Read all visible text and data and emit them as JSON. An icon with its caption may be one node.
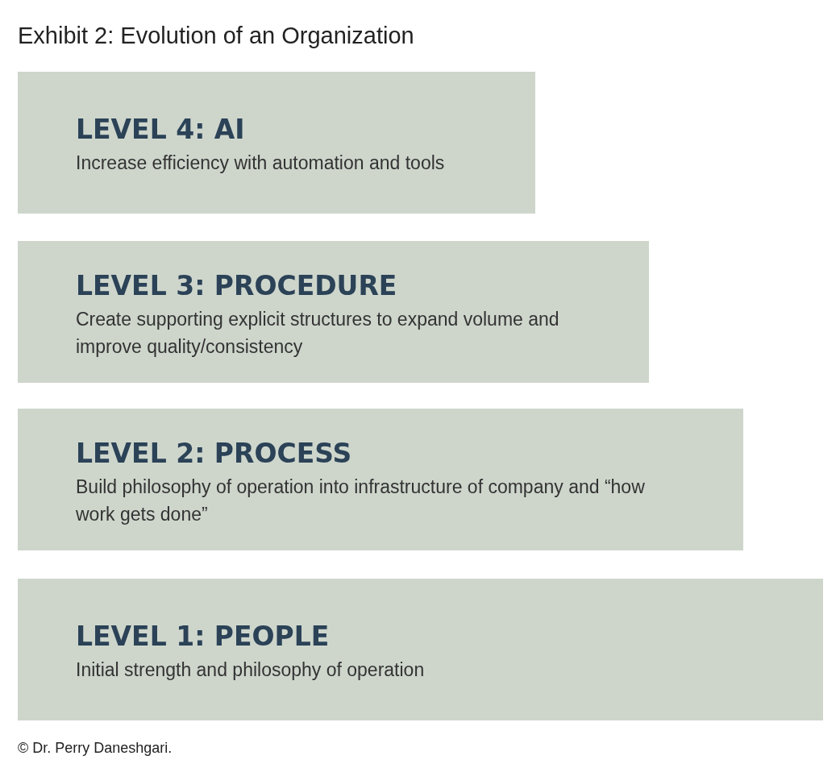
{
  "diagram": {
    "title": "Exhibit 2: Evolution of an Organization",
    "nodes": [
      {
        "text": [
          "LEVEL 4: AI",
          "Increase efficiency with automation and tools"
        ]
      },
      {
        "text": [
          "LEVEL 3: PROCEDURE",
          "Create supporting explicit structures to expand volume and improve quality/consistency"
        ]
      },
      {
        "text": [
          "LEVEL 2: PROCESS",
          "Build philosophy of operation into infrastructure of company and “how work gets done”"
        ]
      },
      {
        "text": [
          "LEVEL 1: PEOPLE",
          "Initial strength and philosophy of operation"
        ]
      }
    ],
    "edges": [],
    "caption": "© Dr. Perry Daneshgari."
  }
}
